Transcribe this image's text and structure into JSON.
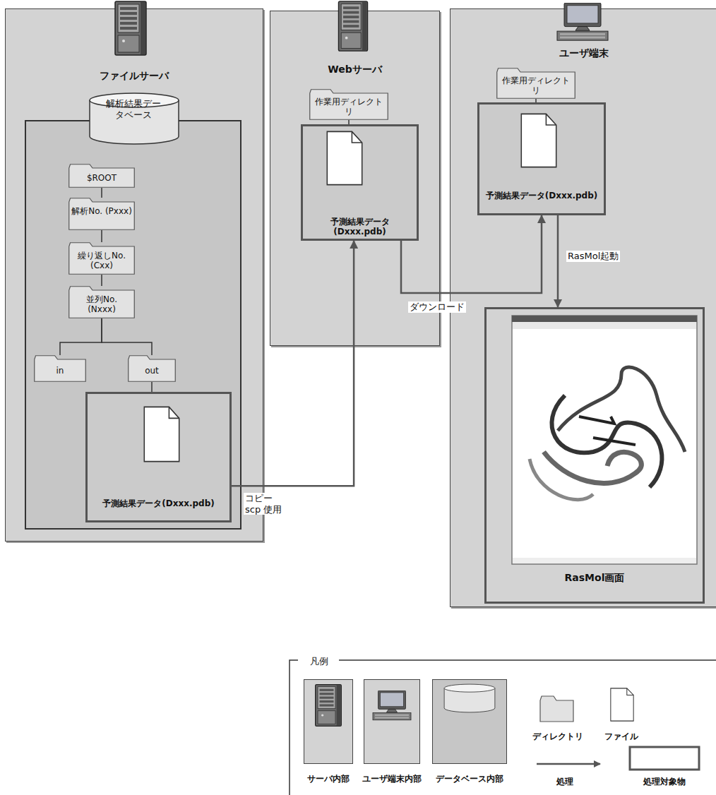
{
  "diagram": {
    "nodes": [
      {
        "text": [
          "ファイルサーバ"
        ]
      },
      {
        "text": [
          "解析結果データベース"
        ],
        "in": 0
      },
      {
        "text": [
          "$ROOT"
        ],
        "in": 1
      },
      {
        "text": [
          "解析No. (Pxxx)"
        ],
        "in": 1
      },
      {
        "text": [
          "繰り返しNo. (Cxx)"
        ],
        "in": 1
      },
      {
        "text": [
          "並列No. (Nxxx)"
        ],
        "in": 1
      },
      {
        "text": [
          "in"
        ],
        "in": 1
      },
      {
        "text": [
          "out"
        ],
        "in": 1
      },
      {
        "text": [
          "予測結果データ(Dxxx.pdb)"
        ],
        "in": 1
      },
      {
        "text": [
          "Webサーバ"
        ]
      },
      {
        "text": [
          "作業用ディレクトリ"
        ],
        "in": 9
      },
      {
        "text": [
          "予測結果データ(Dxxx.pdb)"
        ],
        "in": 9
      },
      {
        "text": [
          "ユーザ端末"
        ]
      },
      {
        "text": [
          "作業用ディレクトリ"
        ],
        "in": 12
      },
      {
        "text": [
          "予測結果データ(Dxxx.pdb)"
        ],
        "in": 12
      },
      {
        "text": [
          "RasMol画面"
        ],
        "in": 12
      }
    ],
    "edges": [
      {
        "from": 2,
        "to": 3,
        "arrow": "none"
      },
      {
        "from": 3,
        "to": 4,
        "arrow": "none"
      },
      {
        "from": 4,
        "to": 5,
        "arrow": "none"
      },
      {
        "from": 5,
        "to": 6,
        "arrow": "none"
      },
      {
        "from": 5,
        "to": 7,
        "arrow": "none"
      },
      {
        "from": 7,
        "to": 8,
        "arrow": "none"
      },
      {
        "from": 10,
        "to": 11,
        "arrow": "none"
      },
      {
        "from": 13,
        "to": 14,
        "arrow": "none"
      },
      {
        "from": 8,
        "to": 11,
        "label": "コピー scp 使用",
        "arrow": "to"
      },
      {
        "from": 11,
        "to": 14,
        "label": "ダウンロード",
        "arrow": "to"
      },
      {
        "from": 14,
        "to": 15,
        "label": "RasMol起動",
        "arrow": "to"
      }
    ],
    "labels": [
      "凡例"
    ],
    "legend": [
      {
        "text": "サーバ内部",
        "color": "#d3d3d3"
      },
      {
        "text": "ユーザ端末内部",
        "color": "#d3d3d3"
      },
      {
        "text": "データベース内部",
        "color": "#c6c6c6"
      },
      {
        "text": "ディレクトリ"
      },
      {
        "text": "ファイル"
      },
      {
        "text": "処理"
      },
      {
        "text": "処理対象物"
      }
    ]
  }
}
